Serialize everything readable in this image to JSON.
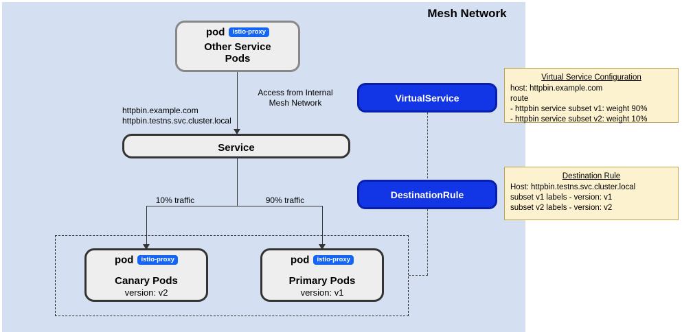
{
  "mesh": {
    "title": "Mesh Network"
  },
  "nodes": {
    "other_service": {
      "pod_label": "pod",
      "badge": "istio-proxy",
      "title_line1": "Other Service",
      "title_line2": "Pods"
    },
    "service": {
      "label": "Service"
    },
    "canary": {
      "pod_label": "pod",
      "badge": "istio-proxy",
      "title": "Canary Pods",
      "subtitle": "version: v2"
    },
    "primary": {
      "pod_label": "pod",
      "badge": "istio-proxy",
      "title": "Primary Pods",
      "subtitle": "version: v1"
    }
  },
  "crds": {
    "virtual_service": "VirtualService",
    "destination_rule": "DestinationRule"
  },
  "annotations": {
    "access_line1": "Access from Internal",
    "access_line2": "Mesh Network",
    "host1": "httpbin.example.com",
    "host2": "httpbin.testns.svc.cluster.local",
    "traffic_canary": "10% traffic",
    "traffic_primary": "90% traffic"
  },
  "configs": {
    "virtual_service": {
      "title": "Virtual Service Configuration",
      "line1": "host: httpbin.example.com",
      "line2": "route",
      "line3": "- httpbin service subset v1: weight 90%",
      "line4": "- httpbin service subset v2: weight 10%"
    },
    "destination_rule": {
      "title": "Destination Rule",
      "line1": "Host: httpbin.testns.svc.cluster.local",
      "line2": "subset v1 labels - version: v1",
      "line3": "subset v2 labels - version: v2"
    }
  },
  "colors": {
    "mesh_background": "#d4e0f2",
    "crd_fill": "#1235e6",
    "crd_border": "#0a1fa8",
    "badge_fill": "#1565f5",
    "config_fill": "#fdf2d0",
    "config_border": "#b9a44c",
    "node_fill": "#eeeeee",
    "node_border_dark": "#333333",
    "node_border_gray": "#888888"
  }
}
